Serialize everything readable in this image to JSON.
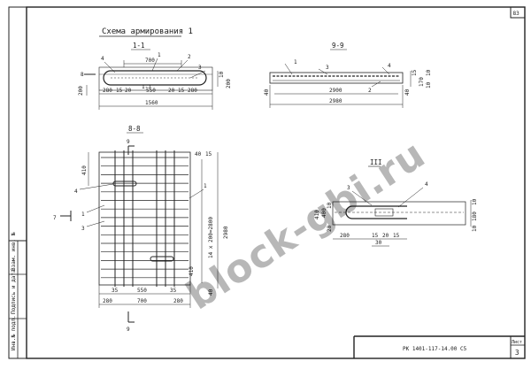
{
  "sheet": {
    "corner_number": "83",
    "title": "Схема армирования 1",
    "doc_code": "РК 1401-117-14.00 С5",
    "sheet_label": "Лист",
    "sheet_number": "3",
    "watermark": "block-gbi.ru",
    "side_stamp": [
      "Инв.№ подл.",
      "Подпись и дата",
      "Взам. инв. №"
    ]
  },
  "sections": {
    "s1": {
      "label": "1-1",
      "dims_top": [
        "700"
      ],
      "dims_bottom": [
        "280",
        "15",
        "20",
        "550",
        "20",
        "15",
        "280"
      ],
      "overall": "1560",
      "right_dims": [
        "10",
        "200"
      ],
      "callouts": [
        "4",
        "1",
        "2",
        "3"
      ],
      "side_mark": "8",
      "left_dim": "200",
      "mid_mark": "1-1"
    },
    "s2": {
      "label": "9-9",
      "dims": [
        "2900",
        "2980"
      ],
      "callouts": [
        "1",
        "3",
        "4",
        "2"
      ],
      "right_dims": [
        "15",
        "170",
        "10",
        "10"
      ],
      "ends": [
        "40",
        "40"
      ]
    },
    "s3": {
      "label": "8-8",
      "top_dims": [
        "40",
        "15"
      ],
      "left_dim": "410",
      "right_dims": [
        "2980",
        "14 х 200=2800",
        "410",
        "40"
      ],
      "bottom_dims": [
        "35",
        "550",
        "35"
      ],
      "bottom_dims2": [
        "280",
        "700",
        "280"
      ],
      "cut_mark_top": "9",
      "cut_mark_bottom": "9",
      "side_cut": "7",
      "callouts": [
        "4",
        "1",
        "3",
        "1"
      ]
    },
    "s4": {
      "label": "III",
      "left_dims": [
        "410",
        "400",
        "10",
        "20"
      ],
      "bottom_dims": [
        "280",
        "15",
        "20",
        "15"
      ],
      "sub_dim": "30",
      "right_dims": [
        "10",
        "180",
        "10"
      ],
      "callouts": [
        "3",
        "4"
      ]
    }
  }
}
